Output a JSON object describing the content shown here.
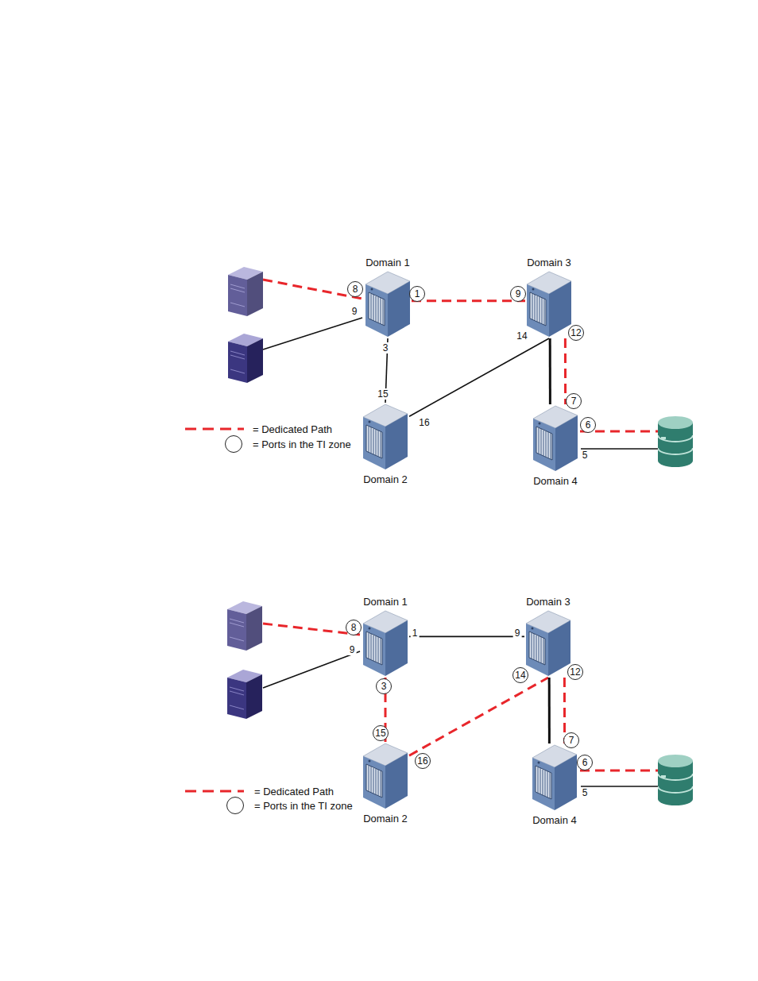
{
  "diagram": {
    "nodes": [
      {
        "text": [
          "Domain 1"
        ]
      },
      {
        "text": [
          "Domain 3"
        ]
      },
      {
        "text": [
          "Domain 2"
        ]
      },
      {
        "text": [
          "Domain 4"
        ]
      },
      {
        "text": [
          "Domain 1"
        ]
      },
      {
        "text": [
          "Domain 3"
        ]
      },
      {
        "text": [
          "Domain 2"
        ]
      },
      {
        "text": [
          "Domain 4"
        ]
      }
    ],
    "edges": [
      {
        "from": 0,
        "to": 1,
        "arrow": "none"
      },
      {
        "from": 0,
        "to": 2,
        "arrow": "none"
      },
      {
        "from": 2,
        "to": 1,
        "arrow": "none"
      },
      {
        "from": 1,
        "to": 3,
        "arrow": "none"
      },
      {
        "from": 1,
        "to": 3,
        "arrow": "none"
      },
      {
        "from": 4,
        "to": 5,
        "arrow": "none"
      },
      {
        "from": 4,
        "to": 6,
        "arrow": "none"
      },
      {
        "from": 6,
        "to": 5,
        "arrow": "none"
      },
      {
        "from": 5,
        "to": 7,
        "arrow": "none"
      },
      {
        "from": 5,
        "to": 7,
        "arrow": "none"
      }
    ],
    "labels": [
      "8",
      "9",
      "1",
      "9",
      "3",
      "14",
      "12",
      "15",
      "16",
      "7",
      "6",
      "5",
      "8",
      "9",
      "1",
      "9",
      "3",
      "14",
      "12",
      "15",
      "16",
      "7",
      "6",
      "5"
    ],
    "legend": [
      {
        "text": "= Dedicated Path"
      },
      {
        "text": "= Ports in the TI zone"
      },
      {
        "text": "= Dedicated Path"
      },
      {
        "text": "= Ports in the TI zone"
      }
    ]
  }
}
